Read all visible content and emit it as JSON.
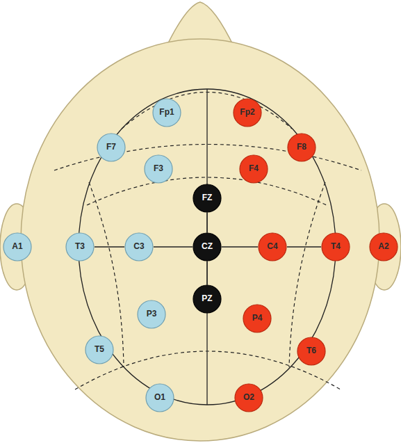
{
  "diagram": {
    "nodes": [
      {
        "text": [
          "Fp1"
        ]
      },
      {
        "text": [
          "Fp2"
        ]
      },
      {
        "text": [
          "F7"
        ]
      },
      {
        "text": [
          "F8"
        ]
      },
      {
        "text": [
          "F3"
        ]
      },
      {
        "text": [
          "F4"
        ]
      },
      {
        "text": [
          "FZ"
        ]
      },
      {
        "text": [
          "A1"
        ]
      },
      {
        "text": [
          "T3"
        ]
      },
      {
        "text": [
          "C3"
        ]
      },
      {
        "text": [
          "CZ"
        ]
      },
      {
        "text": [
          "C4"
        ]
      },
      {
        "text": [
          "T4"
        ]
      },
      {
        "text": [
          "A2"
        ]
      },
      {
        "text": [
          "PZ"
        ]
      },
      {
        "text": [
          "P3"
        ]
      },
      {
        "text": [
          "P4"
        ]
      },
      {
        "text": [
          "T5"
        ]
      },
      {
        "text": [
          "T6"
        ]
      },
      {
        "text": [
          "O1"
        ]
      },
      {
        "text": [
          "O2"
        ]
      }
    ],
    "edges": [
      {
        "from": 8,
        "to": 9,
        "arrow": "none"
      },
      {
        "from": 9,
        "to": 10,
        "arrow": "none"
      },
      {
        "from": 10,
        "to": 11,
        "arrow": "none"
      },
      {
        "from": 11,
        "to": 12,
        "arrow": "none"
      },
      {
        "from": 6,
        "to": 10,
        "arrow": "none"
      },
      {
        "from": 10,
        "to": 14,
        "arrow": "none"
      }
    ]
  }
}
